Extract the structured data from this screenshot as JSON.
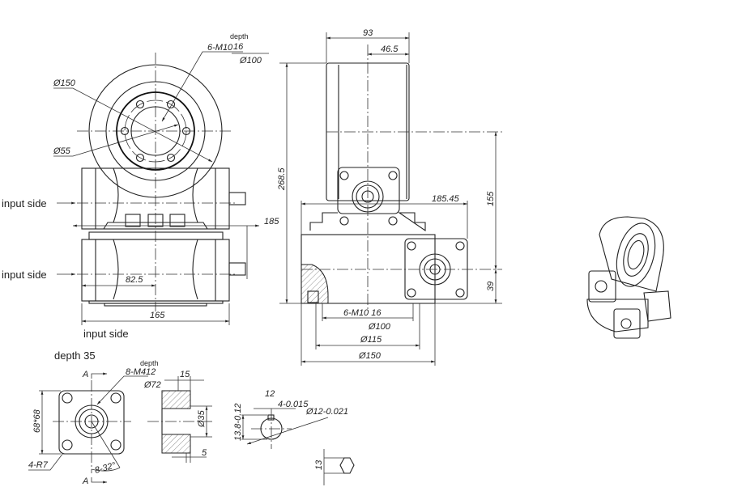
{
  "front_view": {
    "callout_holes": "6-M10",
    "callout_depth_word": "depth",
    "callout_depth": "16",
    "callout_pcd": "Ø100",
    "dia_outer": "Ø150",
    "dia_inner": "Ø55",
    "input_side_1": "input side",
    "input_side_2": "input side",
    "input_side_3": "input side",
    "dim_185": "185",
    "dim_825": "82.5",
    "dim_165": "165"
  },
  "side_view": {
    "dim_93": "93",
    "dim_465": "46.5",
    "dim_2685": "268.5",
    "dim_18545": "185.45",
    "dim_155": "155",
    "dim_39": "39",
    "holes": "6-M10  16",
    "dia_100": "Ø100",
    "dia_115": "Ø115",
    "dia_150": "Ø150"
  },
  "motor_flange": {
    "depth_label": "depth 35",
    "section_a_top": "A",
    "section_a_bottom": "A",
    "holes": "8-M4",
    "depth_word": "depth",
    "depth": "12",
    "pcd": "Ø72",
    "square": "68*68",
    "radius": "4-R7",
    "angle": "8-32°"
  },
  "section": {
    "dim_15": "15",
    "dim_35": "Ø35",
    "dim_5": "5"
  },
  "keyway": {
    "dim_12": "12",
    "key_width": "4-0.015",
    "bore": "Ø12-0.021",
    "key_depth": "13.8-0.12"
  },
  "shaft": {
    "dim_13": "13"
  }
}
